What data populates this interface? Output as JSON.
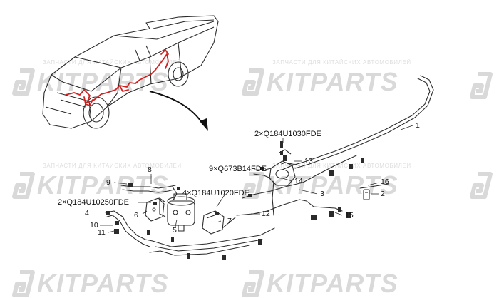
{
  "diagram": {
    "watermark": {
      "brand": "KITPARTS",
      "tagline": "ЗАПЧАСТИ ДЛЯ КИТАЙСКИХ АВТОМОБИЛЕЙ"
    },
    "codes": [
      "2×Q184U1030FDE",
      "9×Q673B14FDE",
      "4×Q184U1020FDE",
      "2×Q184U10250FDE"
    ],
    "callouts": [
      "1",
      "2",
      "3",
      "4",
      "5",
      "6",
      "7",
      "8",
      "9",
      "10",
      "11",
      "12",
      "13",
      "14",
      "15",
      "16"
    ],
    "colors": {
      "line": "#2b2b2b",
      "highlight": "#d21f1f",
      "watermark": "#9a9a9a"
    }
  }
}
